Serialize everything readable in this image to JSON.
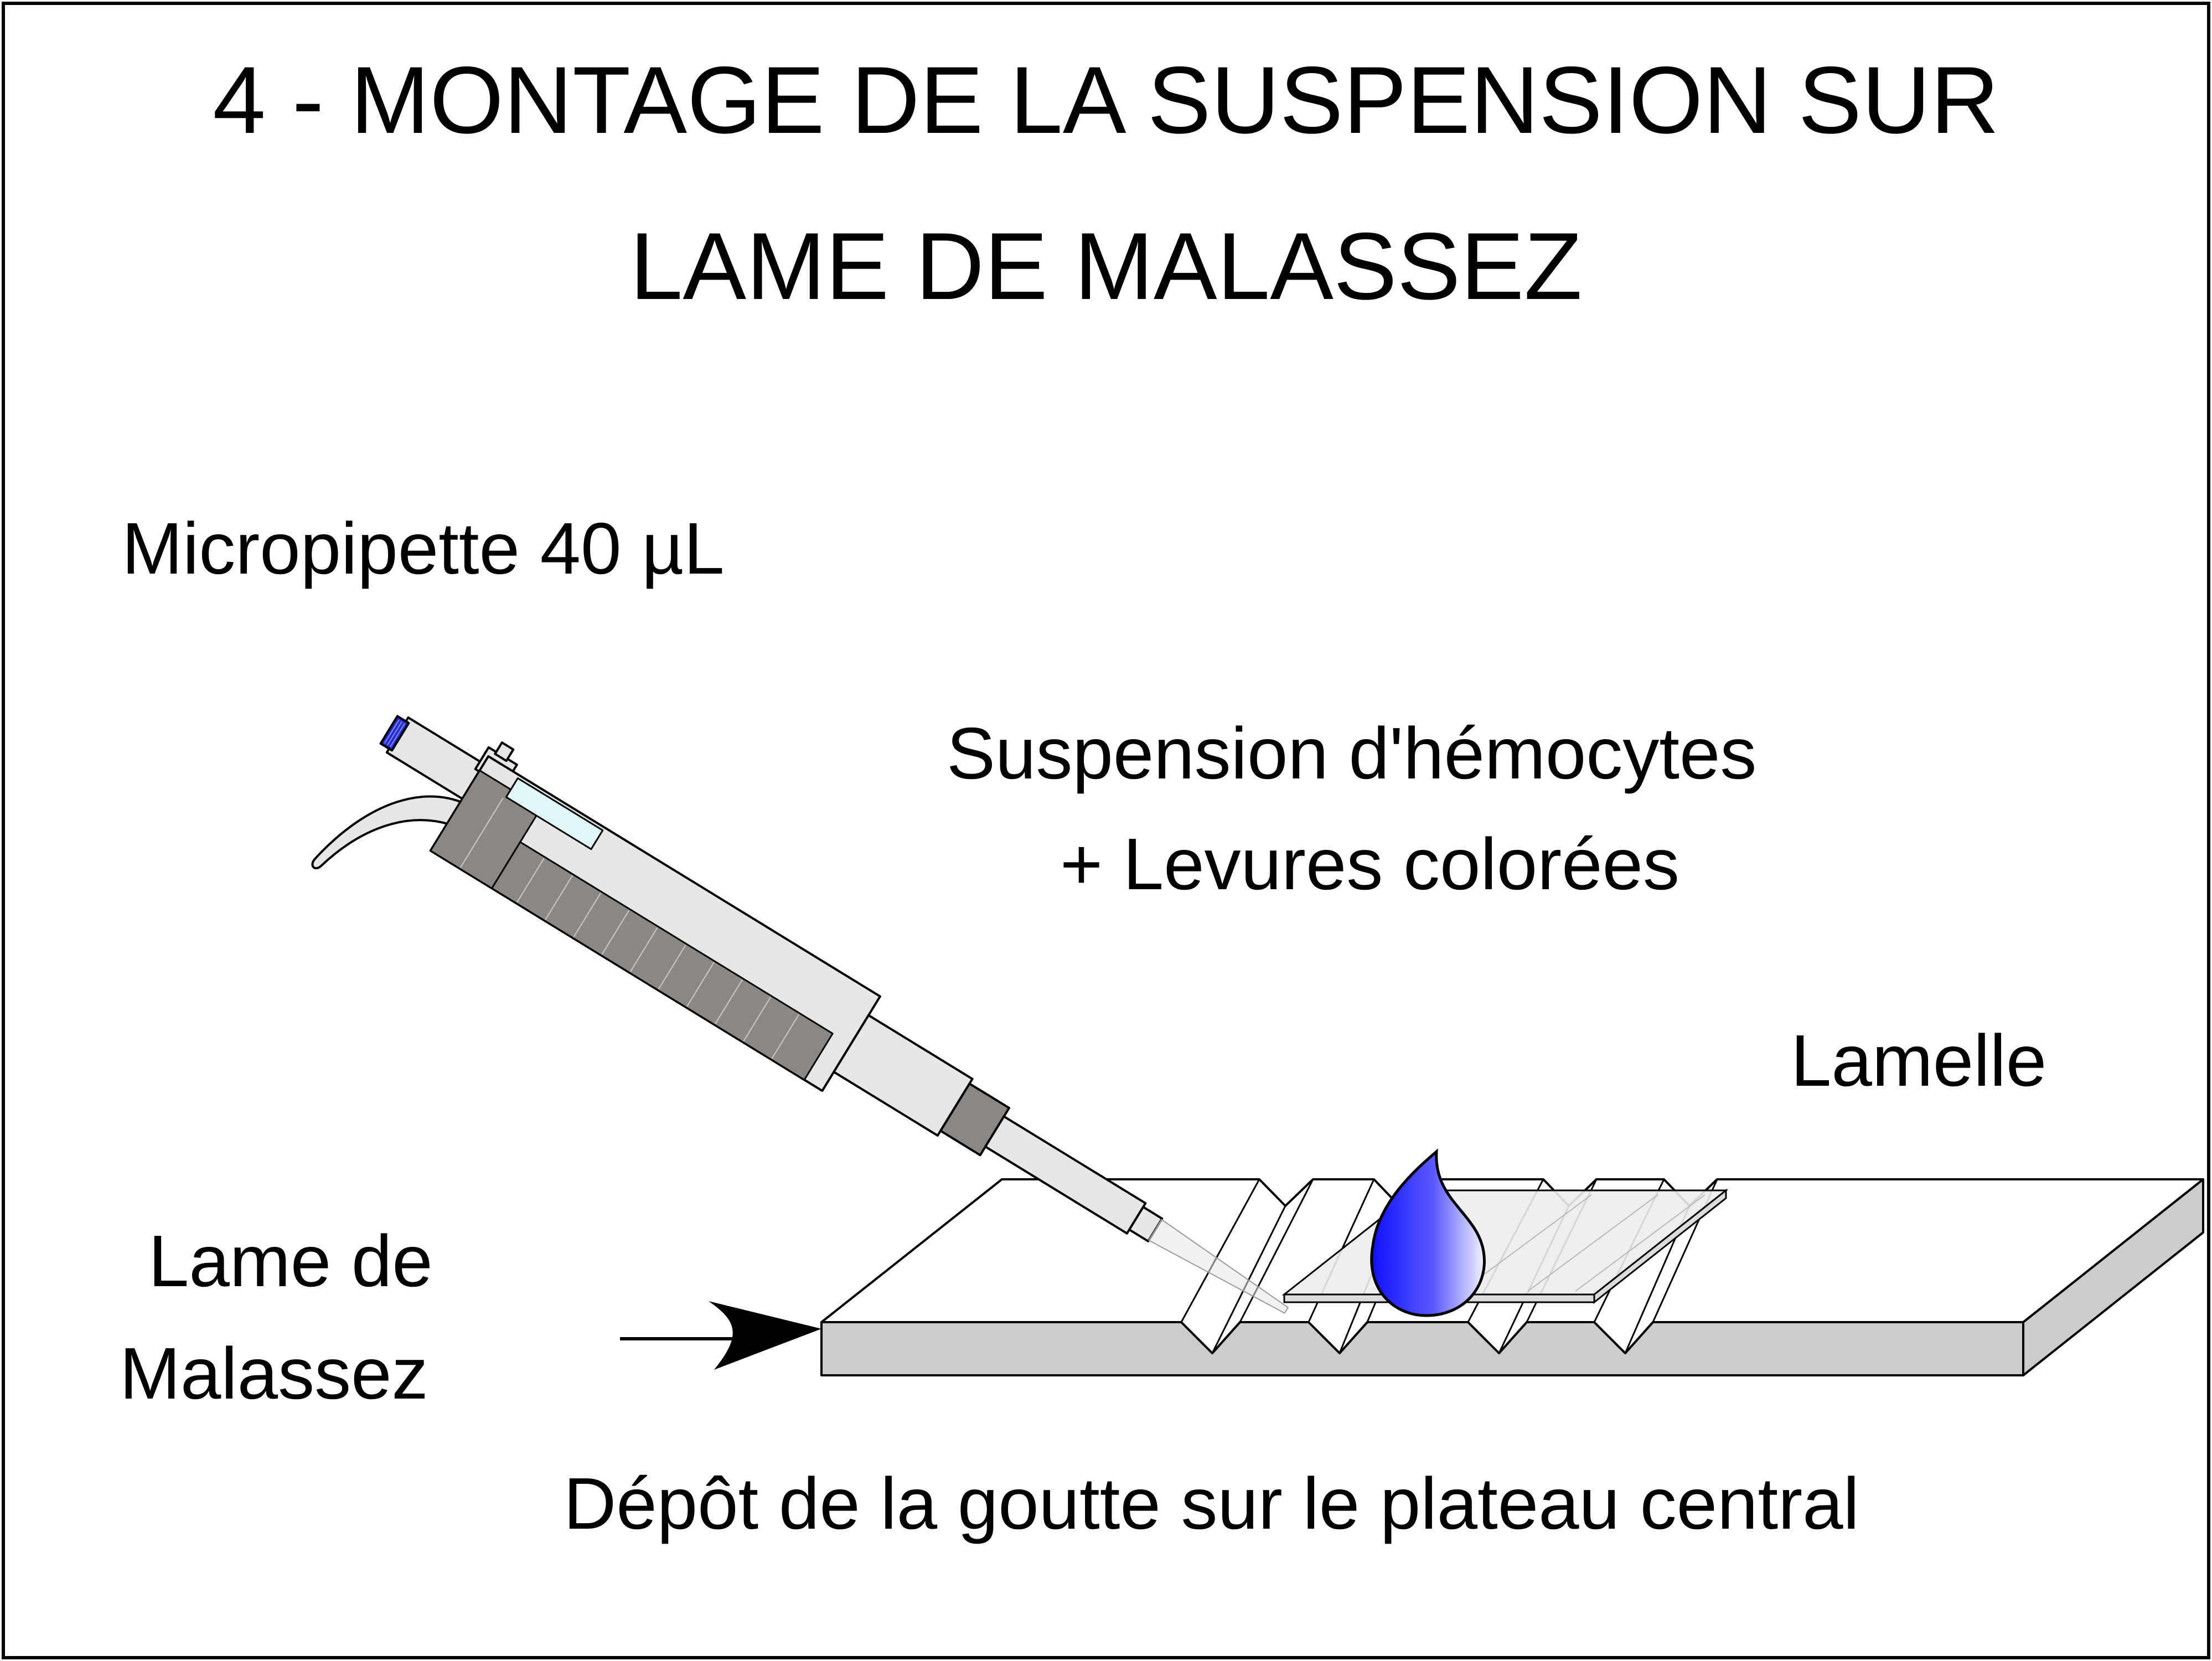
{
  "title": {
    "line1": "4 - MONTAGE DE LA SUSPENSION SUR",
    "line2": "LAME DE MALASSEZ"
  },
  "labels": {
    "micropipette": "Micropipette 40 µL",
    "suspension_line1": "Suspension d'hémocytes",
    "suspension_line2": "+ Levures colorées",
    "lamelle": "Lamelle",
    "lame_line1": "Lame de",
    "lame_line2": "Malassez",
    "caption": "Dépôt de la goutte sur le plateau central"
  },
  "colors": {
    "frame": "#000000",
    "slide_front": "#cccccc",
    "slide_top": "#ffffff",
    "pipette_light": "#e6e6e6",
    "pipette_dark": "#8a8784",
    "pipette_window": "#e0f7f7",
    "plunger_cap": "#1e2ccc",
    "drop_blue": "#1818ff",
    "coverslip": "#e8e8e8"
  },
  "icons": {
    "pipette": "micropipette-icon",
    "drop": "drop-icon",
    "arrow": "arrow-right-icon"
  }
}
